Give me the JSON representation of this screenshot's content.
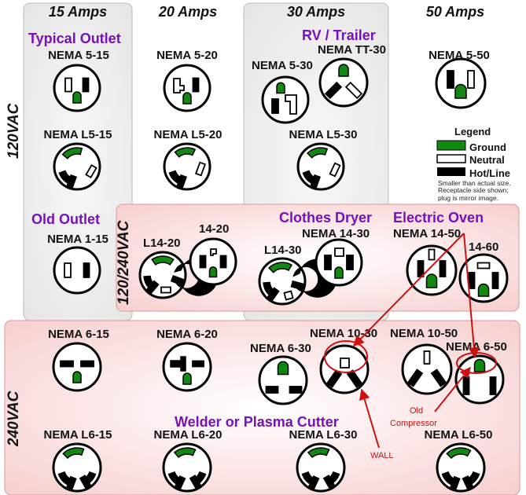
{
  "columns": [
    "15 Amps",
    "20 Amps",
    "30 Amps",
    "50 Amps"
  ],
  "voltages": {
    "v120": "120VAC",
    "v120_240": "120/240VAC",
    "v240": "240VAC"
  },
  "categories": {
    "typical_outlet": "Typical Outlet",
    "rv_trailer": "RV / Trailer",
    "old_outlet": "Old Outlet",
    "clothes_dryer": "Clothes Dryer",
    "electric_oven": "Electric Oven",
    "welder": "Welder or Plasma Cutter"
  },
  "receptacles": {
    "n5_15": "NEMA 5-15",
    "n5_20": "NEMA 5-20",
    "n5_30": "NEMA 5-30",
    "ntt_30": "NEMA TT-30",
    "n5_50": "NEMA 5-50",
    "nl5_15": "NEMA L5-15",
    "nl5_20": "NEMA L5-20",
    "nl5_30": "NEMA L5-30",
    "n1_15": "NEMA 1-15",
    "l14_20": "L14-20",
    "n14_20": "14-20",
    "n14_30": "NEMA 14-30",
    "l14_30": "L14-30",
    "n14_50": "NEMA 14-50",
    "n14_60": "14-60",
    "n6_15": "NEMA 6-15",
    "n6_20": "NEMA 6-20",
    "n6_30": "NEMA 6-30",
    "n10_30": "NEMA 10-30",
    "n10_50": "NEMA 10-50",
    "n6_50": "NEMA 6-50",
    "nl6_15": "NEMA L6-15",
    "nl6_20": "NEMA L6-20",
    "nl6_30": "NEMA L6-30",
    "nl6_50": "NEMA L6-50"
  },
  "legend": {
    "title": "Legend",
    "ground": "Ground",
    "neutral": "Neutral",
    "hot": "Hot/Line",
    "note": "Smaller than actual size. Receptacle side shown; plug is mirror image."
  },
  "annotations": {
    "wall": "WALL",
    "old_compressor_1": "Old",
    "old_compressor_2": "Compressor"
  },
  "colors": {
    "ground": "#118811",
    "hot": "#000000",
    "neutral": "#ffffff",
    "category_text": "#7711bb",
    "annotation": "#cc1111",
    "band_120": "#ebebeb",
    "band_240": "#f9d4d4"
  }
}
